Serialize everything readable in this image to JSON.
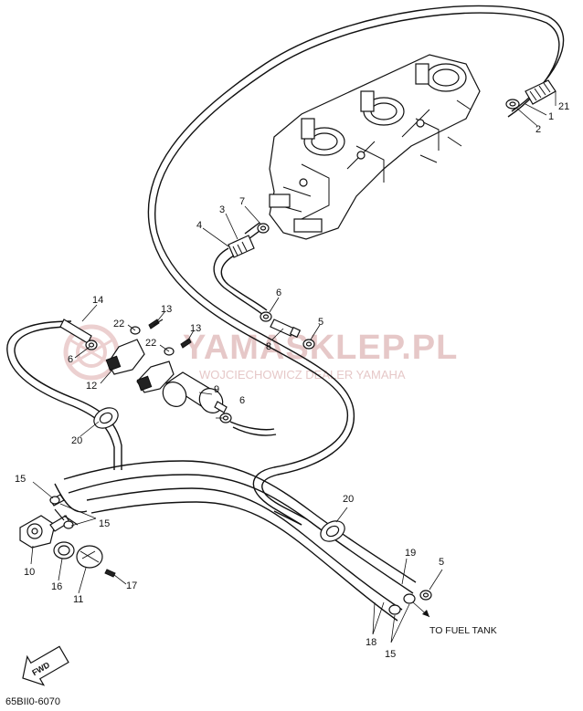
{
  "watermark": {
    "main": "YAMASKLEP.PL",
    "sub": "WOJCIECHOWICZ DEALER YAMAHA"
  },
  "labels": {
    "fuel_tank": "TO FUEL TANK",
    "fwd": "FWD",
    "diagram_code": "65BII0-6070"
  },
  "callouts": [
    {
      "id": "c21",
      "text": "21"
    },
    {
      "id": "c1",
      "text": "1"
    },
    {
      "id": "c2",
      "text": "2"
    },
    {
      "id": "c7",
      "text": "7"
    },
    {
      "id": "c3",
      "text": "3"
    },
    {
      "id": "c4",
      "text": "4"
    },
    {
      "id": "c6a",
      "text": "6"
    },
    {
      "id": "c5a",
      "text": "5"
    },
    {
      "id": "c8",
      "text": "8"
    },
    {
      "id": "c14",
      "text": "14"
    },
    {
      "id": "c13a",
      "text": "13"
    },
    {
      "id": "c22a",
      "text": "22"
    },
    {
      "id": "c13b",
      "text": "13"
    },
    {
      "id": "c22b",
      "text": "22"
    },
    {
      "id": "c6b",
      "text": "6"
    },
    {
      "id": "c12",
      "text": "12"
    },
    {
      "id": "c9",
      "text": "9"
    },
    {
      "id": "c6c",
      "text": "6"
    },
    {
      "id": "c20a",
      "text": "20"
    },
    {
      "id": "c15a",
      "text": "15"
    },
    {
      "id": "c15b",
      "text": "15"
    },
    {
      "id": "c10",
      "text": "10"
    },
    {
      "id": "c16",
      "text": "16"
    },
    {
      "id": "c11",
      "text": "11"
    },
    {
      "id": "c17",
      "text": "17"
    },
    {
      "id": "c20b",
      "text": "20"
    },
    {
      "id": "c19",
      "text": "19"
    },
    {
      "id": "c5b",
      "text": "5"
    },
    {
      "id": "c18",
      "text": "18"
    },
    {
      "id": "c15c",
      "text": "15"
    }
  ]
}
